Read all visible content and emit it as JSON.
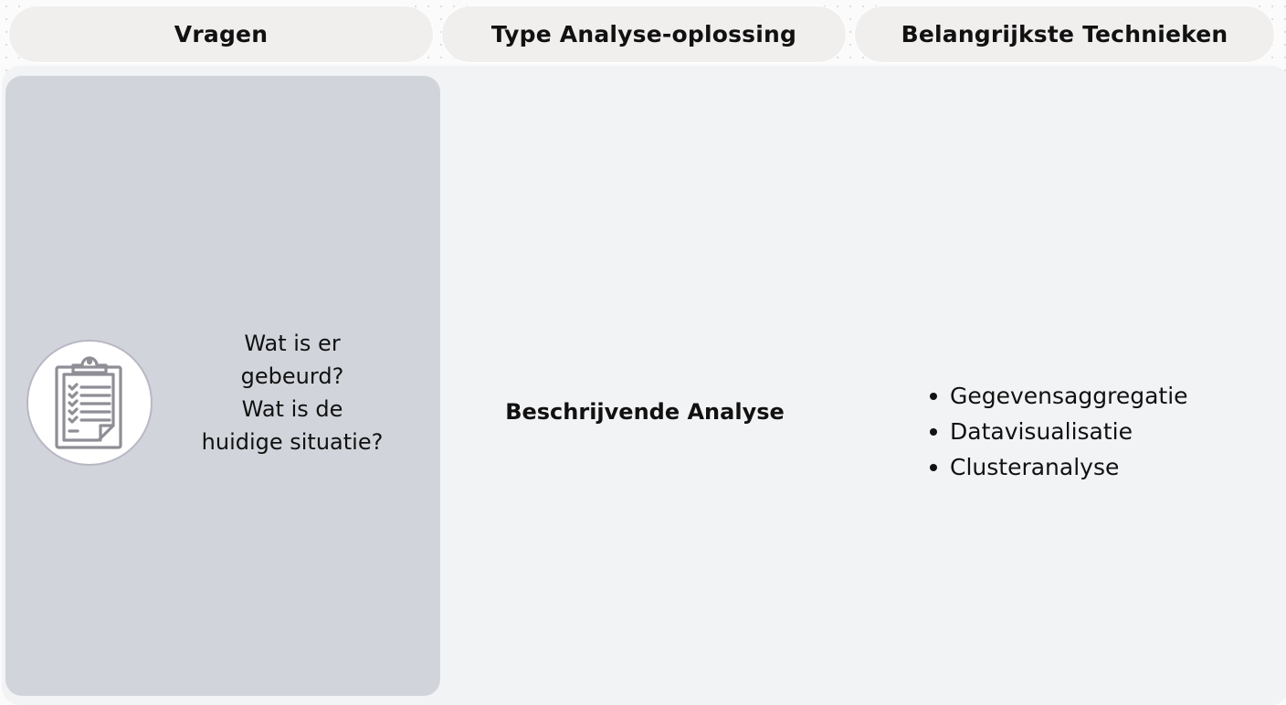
{
  "headers": [
    {
      "label": "Vragen"
    },
    {
      "label": "Type Analyse-oplossing"
    },
    {
      "label": "Belangrijkste Technieken"
    }
  ],
  "row": {
    "icon": "clipboard-checklist-icon",
    "questions": [
      "Wat is er",
      "gebeurd?",
      "Wat is de",
      "huidige situatie?"
    ],
    "analysis_type": "Beschrijvende Analyse",
    "techniques": [
      "Gegevensaggregatie",
      "Datavisualisatie",
      "Clusteranalyse"
    ]
  },
  "colors": {
    "header_bg": "#f1efee",
    "panel_bg": "#f2f3f5",
    "question_card_bg": "#d1d5db",
    "icon_stroke": "#8f8e96",
    "text": "#111111"
  }
}
